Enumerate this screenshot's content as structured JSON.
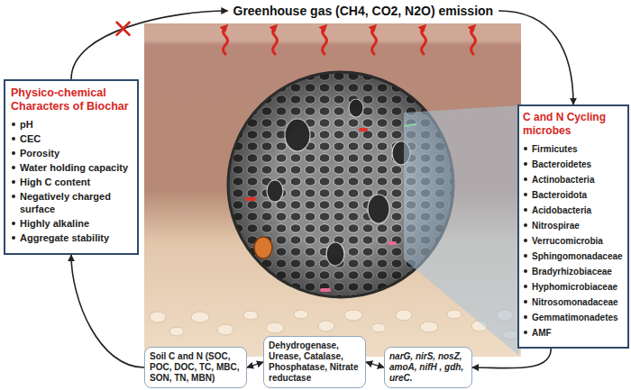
{
  "diagram": {
    "nodes": [
      {
        "text": [
          "Greenhouse gas (CH4, CO2, N2O) emission"
        ]
      },
      {
        "text": [
          "Physico-chemical Characters of Biochar",
          "pH",
          "CEC",
          "Porosity",
          "Water holding capacity",
          "High C content",
          "Negatively charged surface",
          "Highly alkaline",
          "Aggregate stability"
        ]
      },
      {
        "text": [
          "C and N Cycling microbes",
          "Firmicutes",
          "Bacteroidetes",
          "Actinobacteria",
          "Bacteroidota",
          "Acidobacteria",
          "Nitrospirae",
          "Verrucomicrobia",
          "Sphingomonadaceae",
          "Bradyrhizobiaceae",
          "Hyphomicrobiaceae",
          "Nitrosomonadaceae",
          "Gemmatimonadetes",
          "AMF"
        ]
      },
      {
        "text": [
          "Soil C and N (SOC, POC, DOC, TC, MBC, SON, TN, MBN)"
        ]
      },
      {
        "text": [
          "Dehydrogenase, Urease, Catalase, Phosphatase, Nitrate reductase"
        ]
      },
      {
        "text": [
          "narG, nirS, nosZ, amoA, nifH , gdh, ureC."
        ]
      }
    ],
    "edges": [
      {
        "from": 1,
        "to": 0,
        "arrow": "to"
      },
      {
        "from": 0,
        "to": 2,
        "arrow": "to"
      },
      {
        "from": 2,
        "to": 5,
        "arrow": "to"
      },
      {
        "from": 3,
        "to": 1,
        "arrow": "to"
      },
      {
        "from": 3,
        "to": 4,
        "arrow": "both"
      },
      {
        "from": 4,
        "to": 5,
        "arrow": "both"
      }
    ]
  }
}
